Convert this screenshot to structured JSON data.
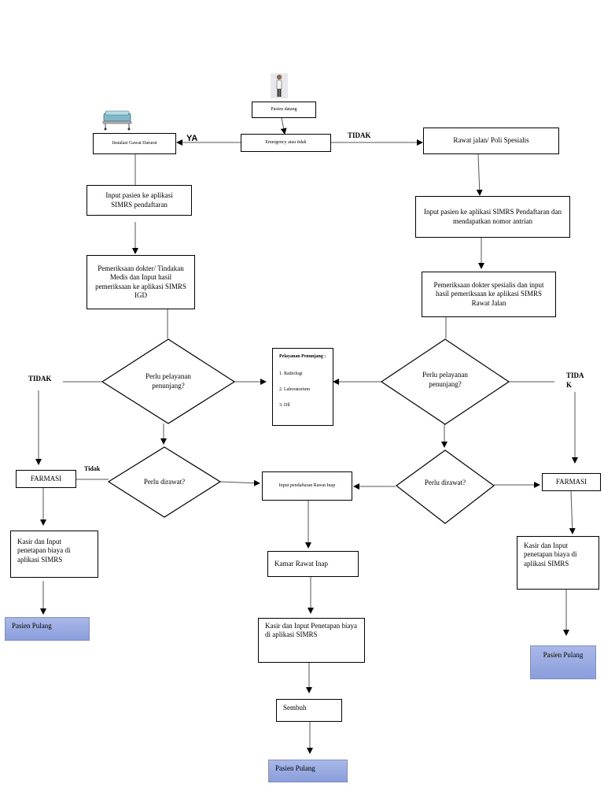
{
  "nodes": {
    "start": "Pasien datang",
    "emergency": "Emergency atau tidak",
    "igd": "Instalasi Gawat Darurat",
    "rawat_jalan": "Rawat jalan/ Poli Spesialis",
    "input_left": "Input pasien ke aplikasi SIMRS pendaftaran",
    "input_right": "Input pasien ke aplikasi SIMRS Pendaftaran dan mendapatkan nomor antrian",
    "periksa_left": "Pemeriksaan dokter/ Tindakan Medis dan Input hasil pemeriksaan ke aplikasi SIMRS IGD",
    "periksa_right": "Pemeriksaan dokter spesialis dan input hasil pemeriksaan ke aplikasi SIMRS Rawat Jalan",
    "penunjang_left": "Perlu pelayanan penunjang?",
    "penunjang_right": "Perlu pelayanan penunjang?",
    "penunjang_box": {
      "title": "Pelayanan Penunjang :",
      "item1": "1. Radiologi",
      "item2": "2. Laboratorium",
      "item3": "3. Dll"
    },
    "dirawat_left": "Perlu dirawat?",
    "dirawat_right": "Perlu dirawat?",
    "farmasi_left": "FARMASI",
    "farmasi_right": "FARMASI",
    "kasir_left": "Kasir dan Input penetapan biaya di aplikasi SIMRS",
    "kasir_right": "Kasir dan Input penetapan biaya di aplikasi SIMRS",
    "input_rawat_inap": "Input pendaftaran Rawat Inap",
    "kamar": "Kamar Rawat Inap",
    "kasir_center": "Kasir dan Input Penetapan biaya di aplikasi SIMRS",
    "sembuh": "Sembuh",
    "pulang_left": "Pasien Pulang",
    "pulang_center": "Pasien Pulang",
    "pulang_right": "Pasien Pulang"
  },
  "labels": {
    "ya": "YA",
    "tidak_top": "TIDAK",
    "tidak_left": "TIDAK",
    "tidak_right": "TIDA\nK",
    "tidak_small": "Tidak"
  },
  "icons": [
    "person-icon",
    "hospital-bed-icon"
  ]
}
